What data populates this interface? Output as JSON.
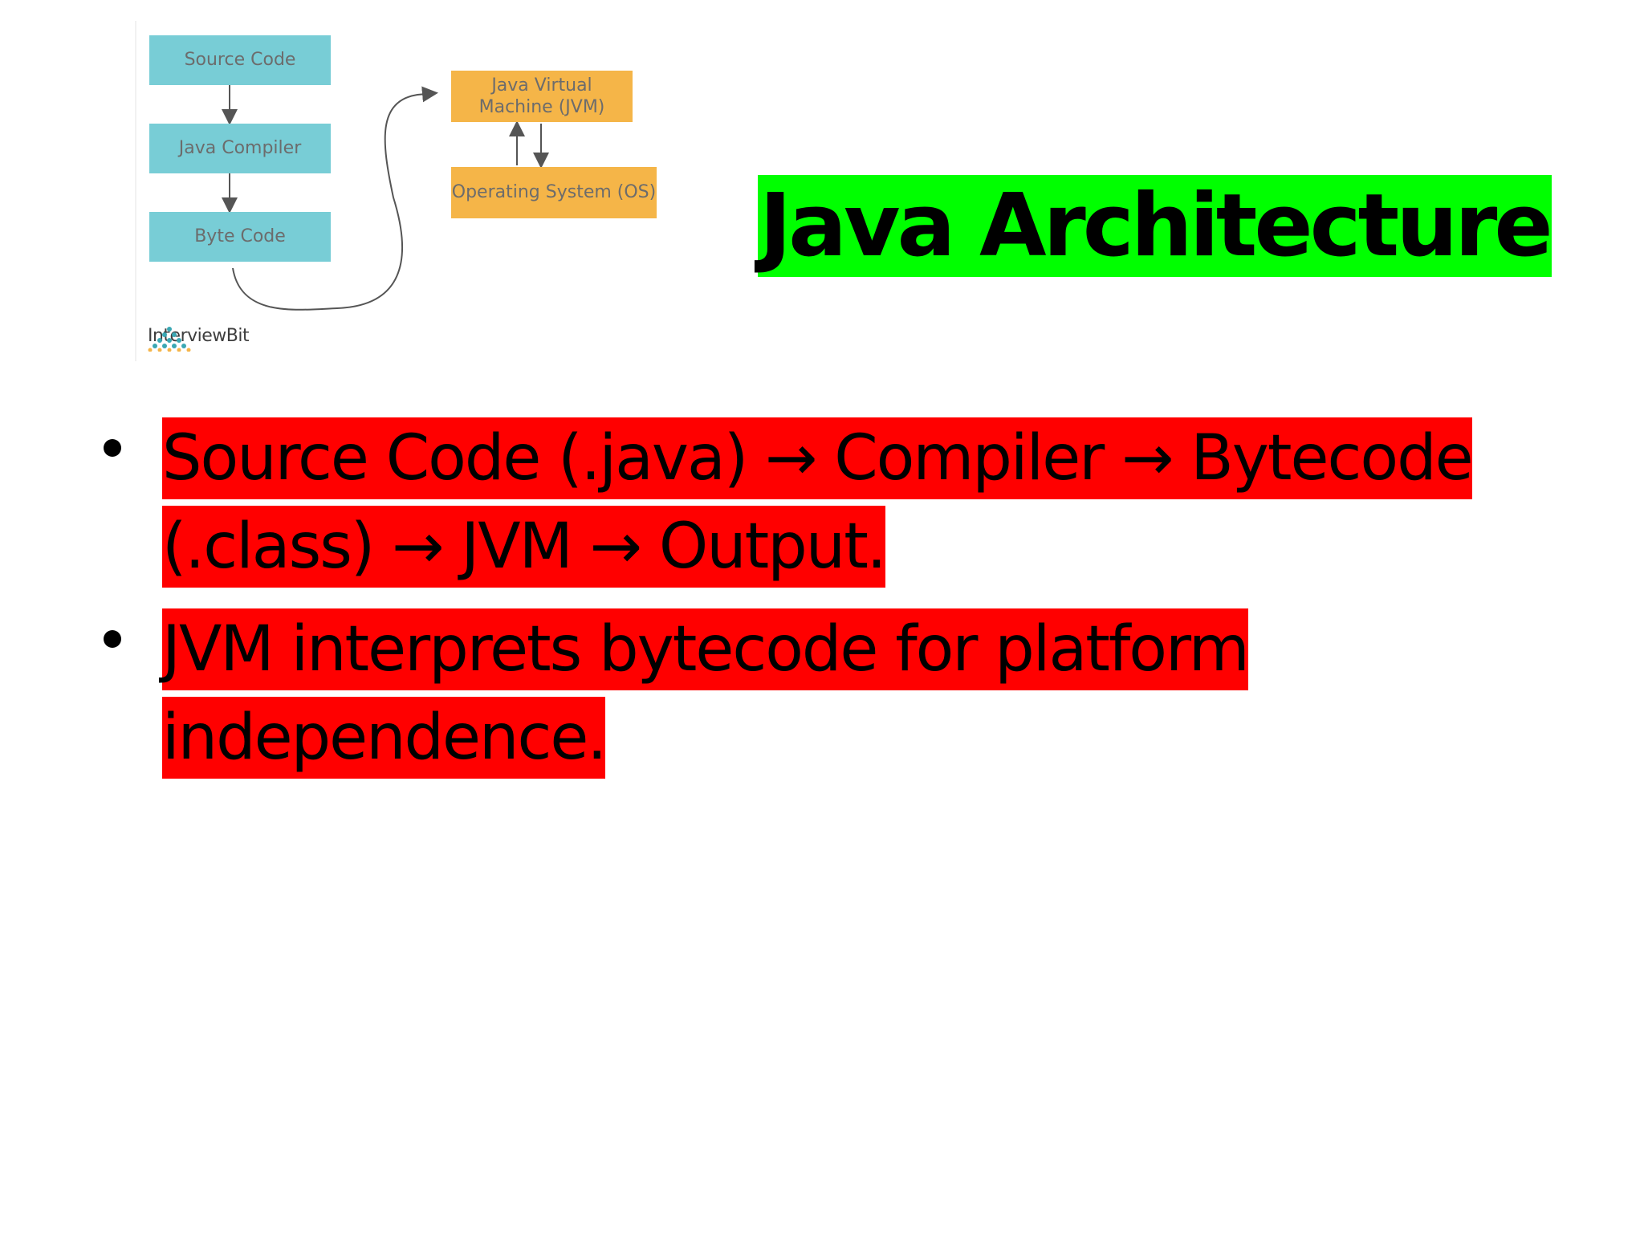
{
  "diagram": {
    "boxes": {
      "source_code": "Source Code",
      "java_compiler": "Java Compiler",
      "byte_code": "Byte Code",
      "jvm_line1": "Java Virtual",
      "jvm_line2": "Machine (JVM)",
      "os": "Operating System (OS)"
    },
    "colors": {
      "left_boxes": "#78cdd6",
      "right_boxes": "#f5b548",
      "arrows": "#555555"
    },
    "logo_text": "InterviewBit"
  },
  "title": {
    "text": "Java Architecture",
    "highlight": "#00ff00"
  },
  "bullets": {
    "highlight": "#ff0000",
    "items": [
      "Source Code (.java) → Compiler → Bytecode (.class) → JVM → Output.",
      "JVM interprets bytecode for platform independence."
    ]
  }
}
